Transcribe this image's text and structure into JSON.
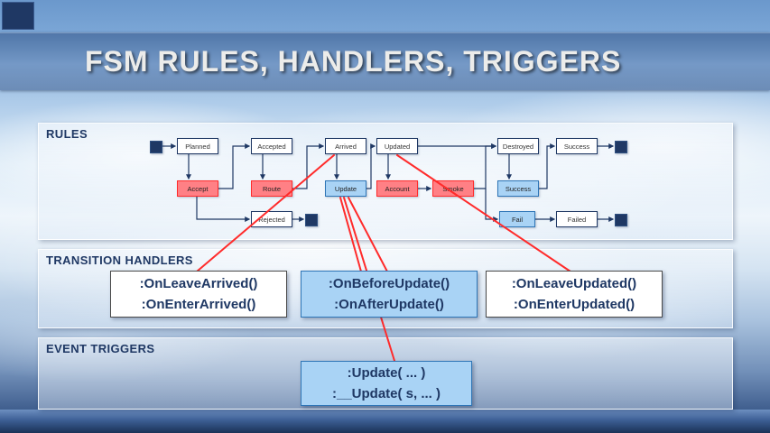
{
  "title": "FSM RULES, HANDLERS, TRIGGERS",
  "panels": {
    "rules": {
      "label": "RULES"
    },
    "handlers": {
      "label": "TRANSITION HANDLERS"
    },
    "triggers": {
      "label": "EVENT TRIGGERS"
    }
  },
  "fsm": {
    "states": {
      "planned": "Planned",
      "accepted": "Accepted",
      "arrived": "Arrived",
      "updated": "Updated",
      "destroyed": "Destroyed",
      "success_top": "Success",
      "rejected": "Rejected",
      "failed": "Failed"
    },
    "actions": {
      "accept": "Accept",
      "route": "Route",
      "update": "Update",
      "account": "Account",
      "smoke": "Smoke",
      "success": "Success",
      "fail": "Fail"
    }
  },
  "handler_boxes": [
    {
      "line1": ":OnLeaveArrived()",
      "line2": ":OnEnterArrived()"
    },
    {
      "line1": ":OnBeforeUpdate()",
      "line2": ":OnAfterUpdate()"
    },
    {
      "line1": ":OnLeaveUpdated()",
      "line2": ":OnEnterUpdated()"
    }
  ],
  "trigger_box": {
    "line1": ":Update( ... )",
    "line2": ":__Update( s, ... )"
  },
  "colors": {
    "navy": "#1F3864",
    "action_red_bg": "#FF8085",
    "action_red_border": "#FF2B2B",
    "action_blue_bg": "#A9D3F5",
    "action_blue_border": "#2E75B6",
    "red_line": "#FF2B2B"
  }
}
